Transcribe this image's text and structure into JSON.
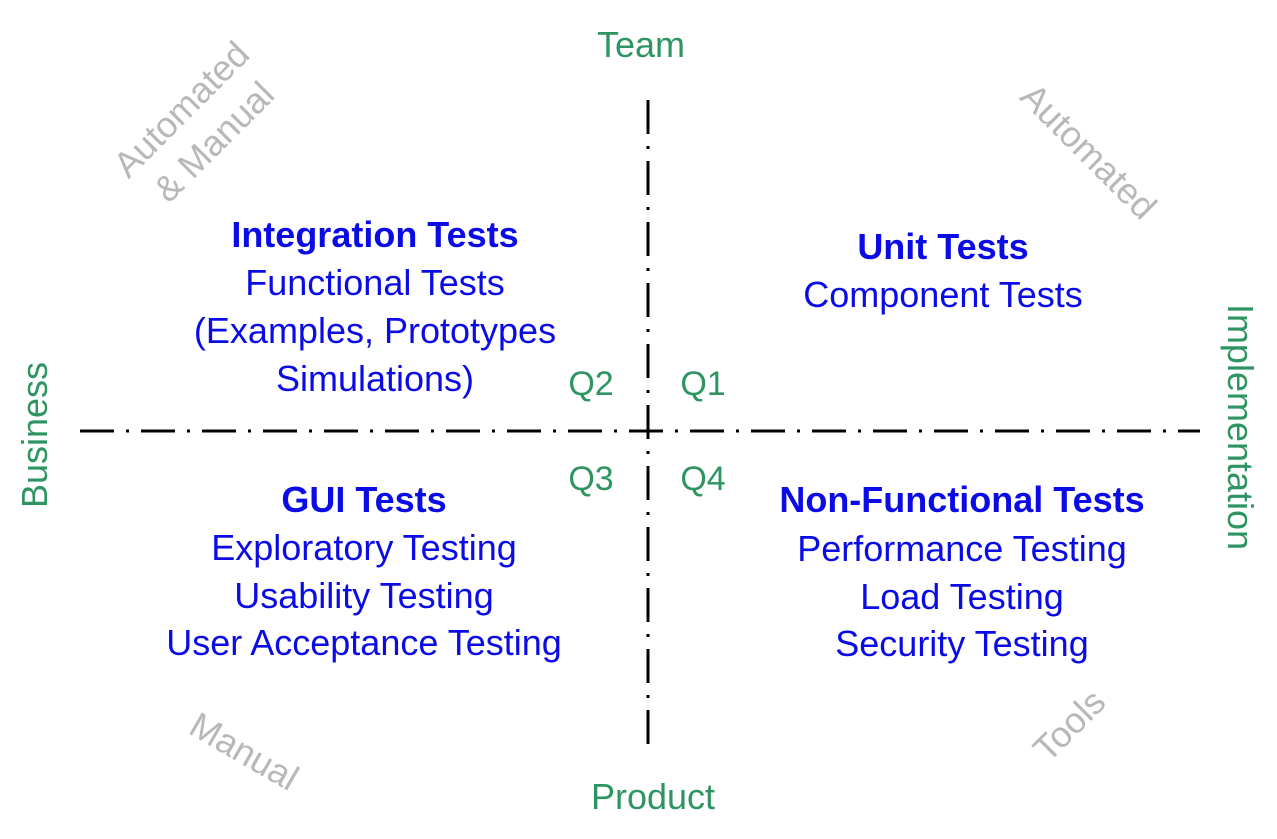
{
  "axes": {
    "top": "Team",
    "bottom": "Product",
    "left": "Business",
    "right": "Implementation"
  },
  "quadrant_labels": {
    "q1": "Q1",
    "q2": "Q2",
    "q3": "Q3",
    "q4": "Q4"
  },
  "corners": {
    "top_left_line1": "Automated",
    "top_left_line2": "& Manual",
    "top_right": "Automated",
    "bottom_left": "Manual",
    "bottom_right": "Tools"
  },
  "quadrants": {
    "q2": {
      "heading": "Integration Tests",
      "items": [
        "Functional Tests",
        "(Examples, Prototypes",
        "Simulations)"
      ]
    },
    "q1": {
      "heading": "Unit Tests",
      "items": [
        "Component Tests"
      ]
    },
    "q3": {
      "heading": "GUI Tests",
      "items": [
        "Exploratory Testing",
        "Usability Testing",
        "User Acceptance Testing"
      ]
    },
    "q4": {
      "heading": "Non-Functional Tests",
      "items": [
        "Performance Testing",
        "Load Testing",
        "Security Testing"
      ]
    }
  },
  "colors": {
    "axis_text": "#2e9562",
    "content_text": "#0b0be6",
    "corner_text": "#b8b8b8",
    "divider": "#000000"
  }
}
